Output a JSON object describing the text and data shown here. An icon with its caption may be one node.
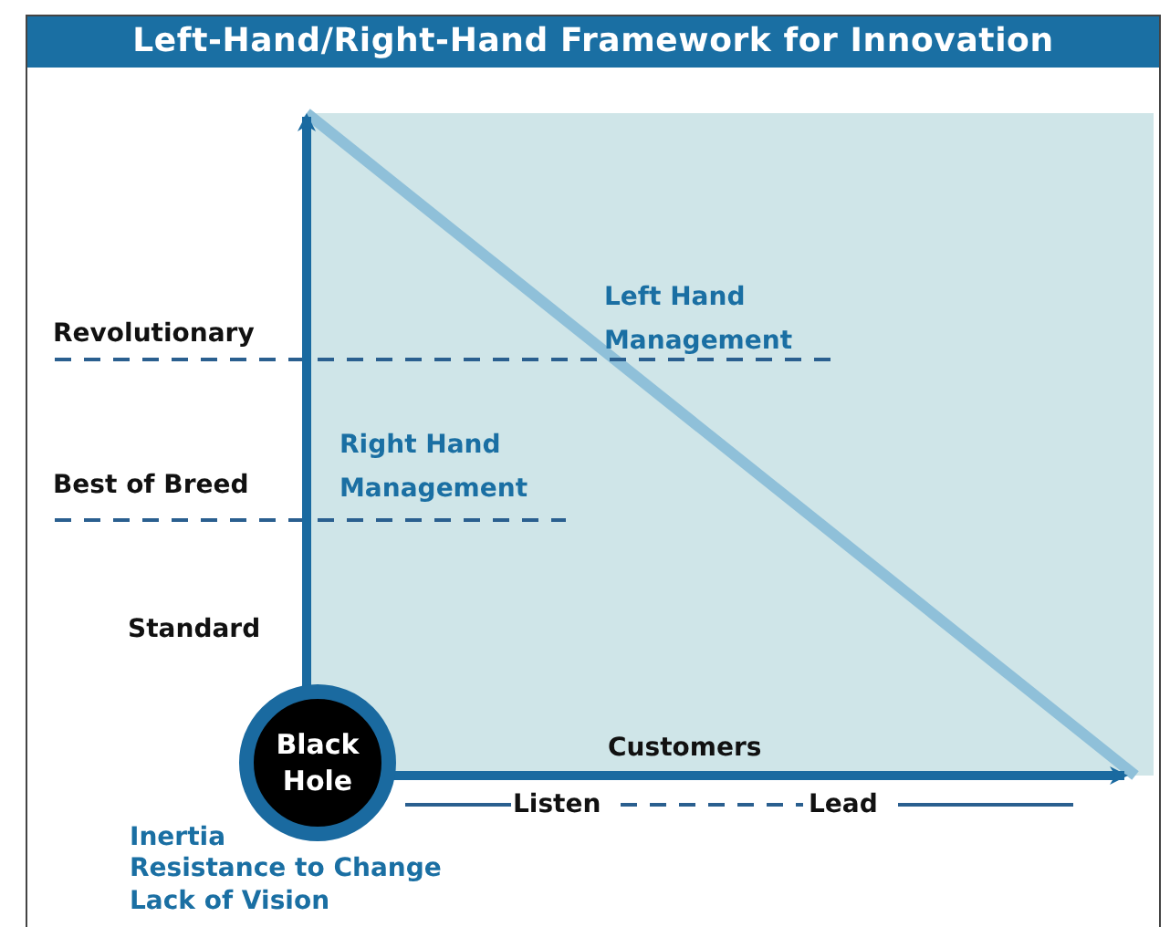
{
  "diagram": {
    "title": "Left-Hand/Right-Hand Framework for Innovation",
    "nodes": [
      {
        "text": [
          "Black Hole"
        ]
      }
    ],
    "edges": [],
    "labels": [
      "Left Hand Management",
      "Revolutionary",
      "Right Hand Management",
      "Best of Breed",
      "Standard",
      "Customers",
      "Listen",
      "Lead",
      "Inertia",
      "Resistance to Change",
      "Lack of Vision"
    ]
  }
}
